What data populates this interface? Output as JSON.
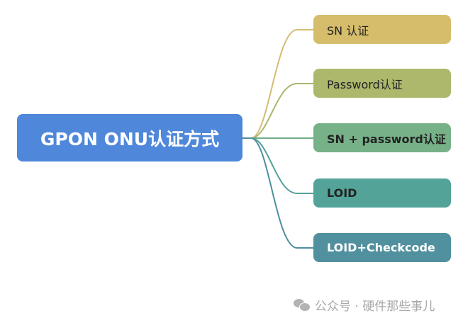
{
  "diagram": {
    "root": {
      "label": "GPON ONU认证方式",
      "color": "#4f87da"
    },
    "children": [
      {
        "label": "SN 认证",
        "color": "#d6bd6b",
        "link_color": "#d4bd73"
      },
      {
        "label": "Password认证",
        "color": "#adb86d",
        "link_color": "#a9b66e"
      },
      {
        "label": "SN + password认证",
        "color": "#77b188",
        "link_color": "#74ae8a"
      },
      {
        "label": "LOID",
        "color": "#53a398",
        "link_color": "#52a198"
      },
      {
        "label": "LOID+Checkcode",
        "color": "#51909f",
        "link_color": "#4f8fa0"
      }
    ]
  },
  "watermark": {
    "icon": "wechat-icon",
    "text": "公众号 · 硬件那些事儿"
  }
}
